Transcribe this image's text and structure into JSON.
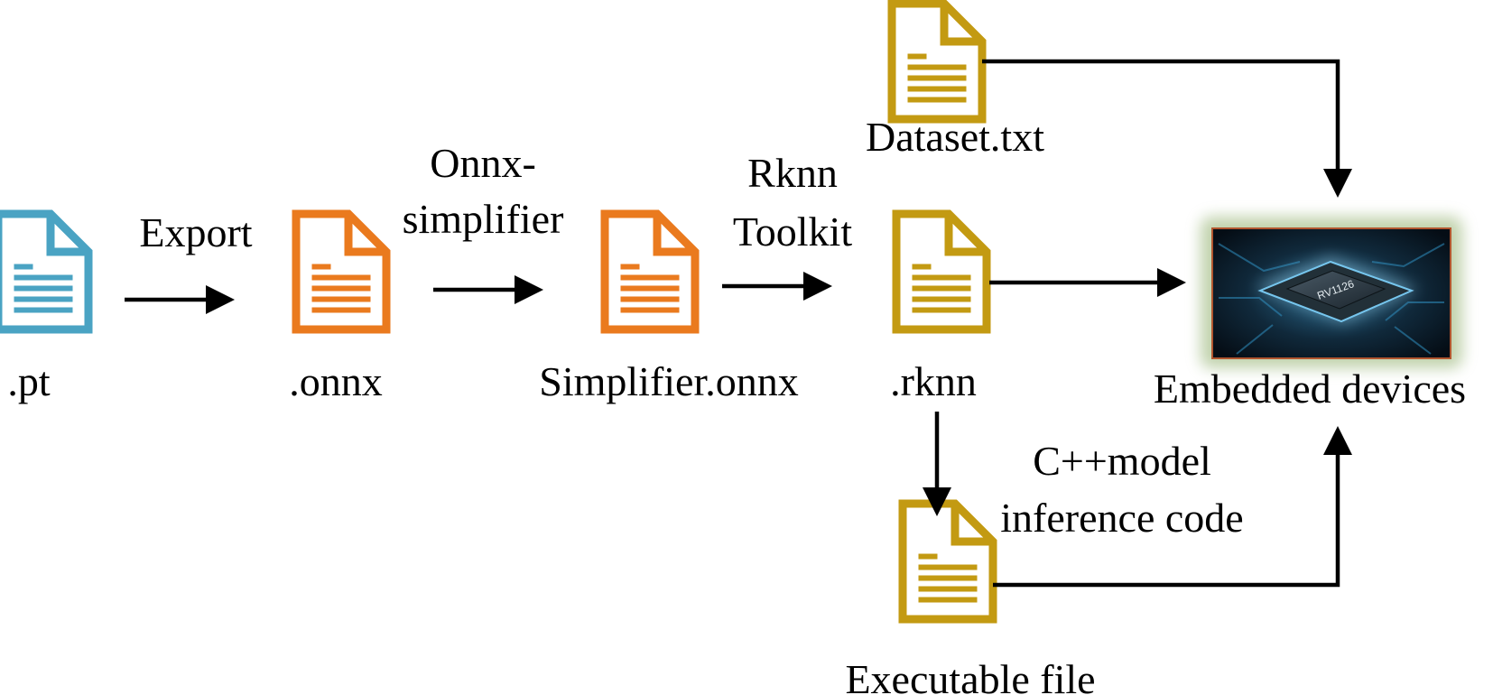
{
  "files": {
    "pt": {
      "label": ".pt",
      "color": "#4aa3c3"
    },
    "onnx": {
      "label": ".onnx",
      "color": "#ea7a1e"
    },
    "simplified": {
      "label": "Simplifier.onnx",
      "color": "#ea7a1e"
    },
    "rknn": {
      "label": ".rknn",
      "color": "#c39a12"
    },
    "dataset": {
      "label": "Dataset.txt",
      "color": "#c39a12"
    },
    "executable": {
      "label": "Executable file",
      "color": "#c39a12"
    }
  },
  "steps": {
    "export": {
      "lines": [
        "Export"
      ]
    },
    "onnx_simplifier": {
      "lines": [
        "Onnx-",
        "simplifier"
      ]
    },
    "rknn_toolkit": {
      "lines": [
        "Rknn",
        "Toolkit"
      ]
    },
    "cpp_inference": {
      "lines": [
        "C++model",
        "inference code"
      ]
    }
  },
  "device": {
    "label": "Embedded devices",
    "chip_text": "RV1126",
    "icon": "embedded-chip-image"
  }
}
